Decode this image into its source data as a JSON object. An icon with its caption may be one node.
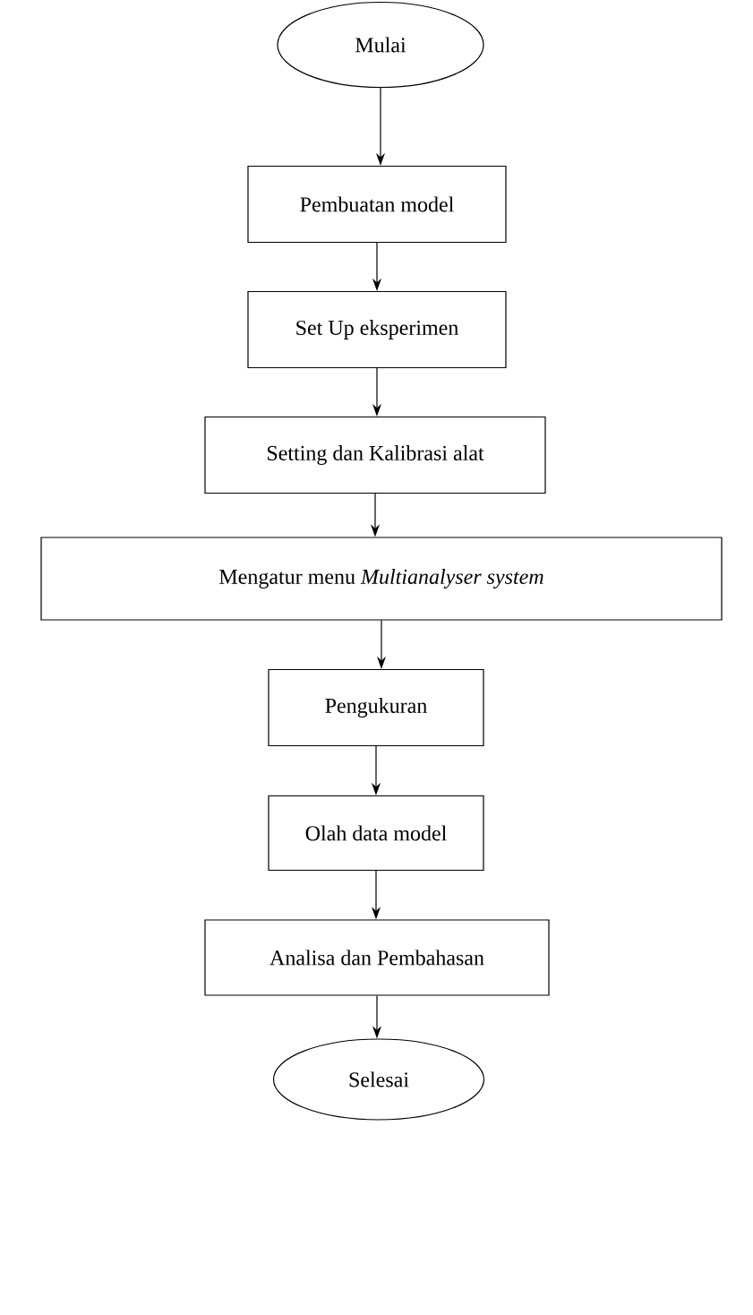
{
  "diagram": {
    "nodes": [
      {
        "text": [
          "Mulai"
        ]
      },
      {
        "text": [
          "Pembuatan model"
        ]
      },
      {
        "text": [
          "Set Up eksperimen"
        ]
      },
      {
        "text": [
          "Setting dan Kalibrasi alat"
        ]
      },
      {
        "text": [
          "Mengatur menu *Multianalyser system*"
        ]
      },
      {
        "text": [
          "Pengukuran"
        ]
      },
      {
        "text": [
          "Olah data model"
        ]
      },
      {
        "text": [
          "Analisa dan Pembahasan"
        ]
      },
      {
        "text": [
          "Selesai"
        ]
      }
    ],
    "edges": [
      {
        "from": 0,
        "to": 1,
        "arrow": "to"
      },
      {
        "from": 1,
        "to": 2,
        "arrow": "to"
      },
      {
        "from": 2,
        "to": 3,
        "arrow": "to"
      },
      {
        "from": 3,
        "to": 4,
        "arrow": "to"
      },
      {
        "from": 4,
        "to": 5,
        "arrow": "to"
      },
      {
        "from": 5,
        "to": 6,
        "arrow": "to"
      },
      {
        "from": 6,
        "to": 7,
        "arrow": "to"
      },
      {
        "from": 7,
        "to": 8,
        "arrow": "to"
      }
    ]
  }
}
